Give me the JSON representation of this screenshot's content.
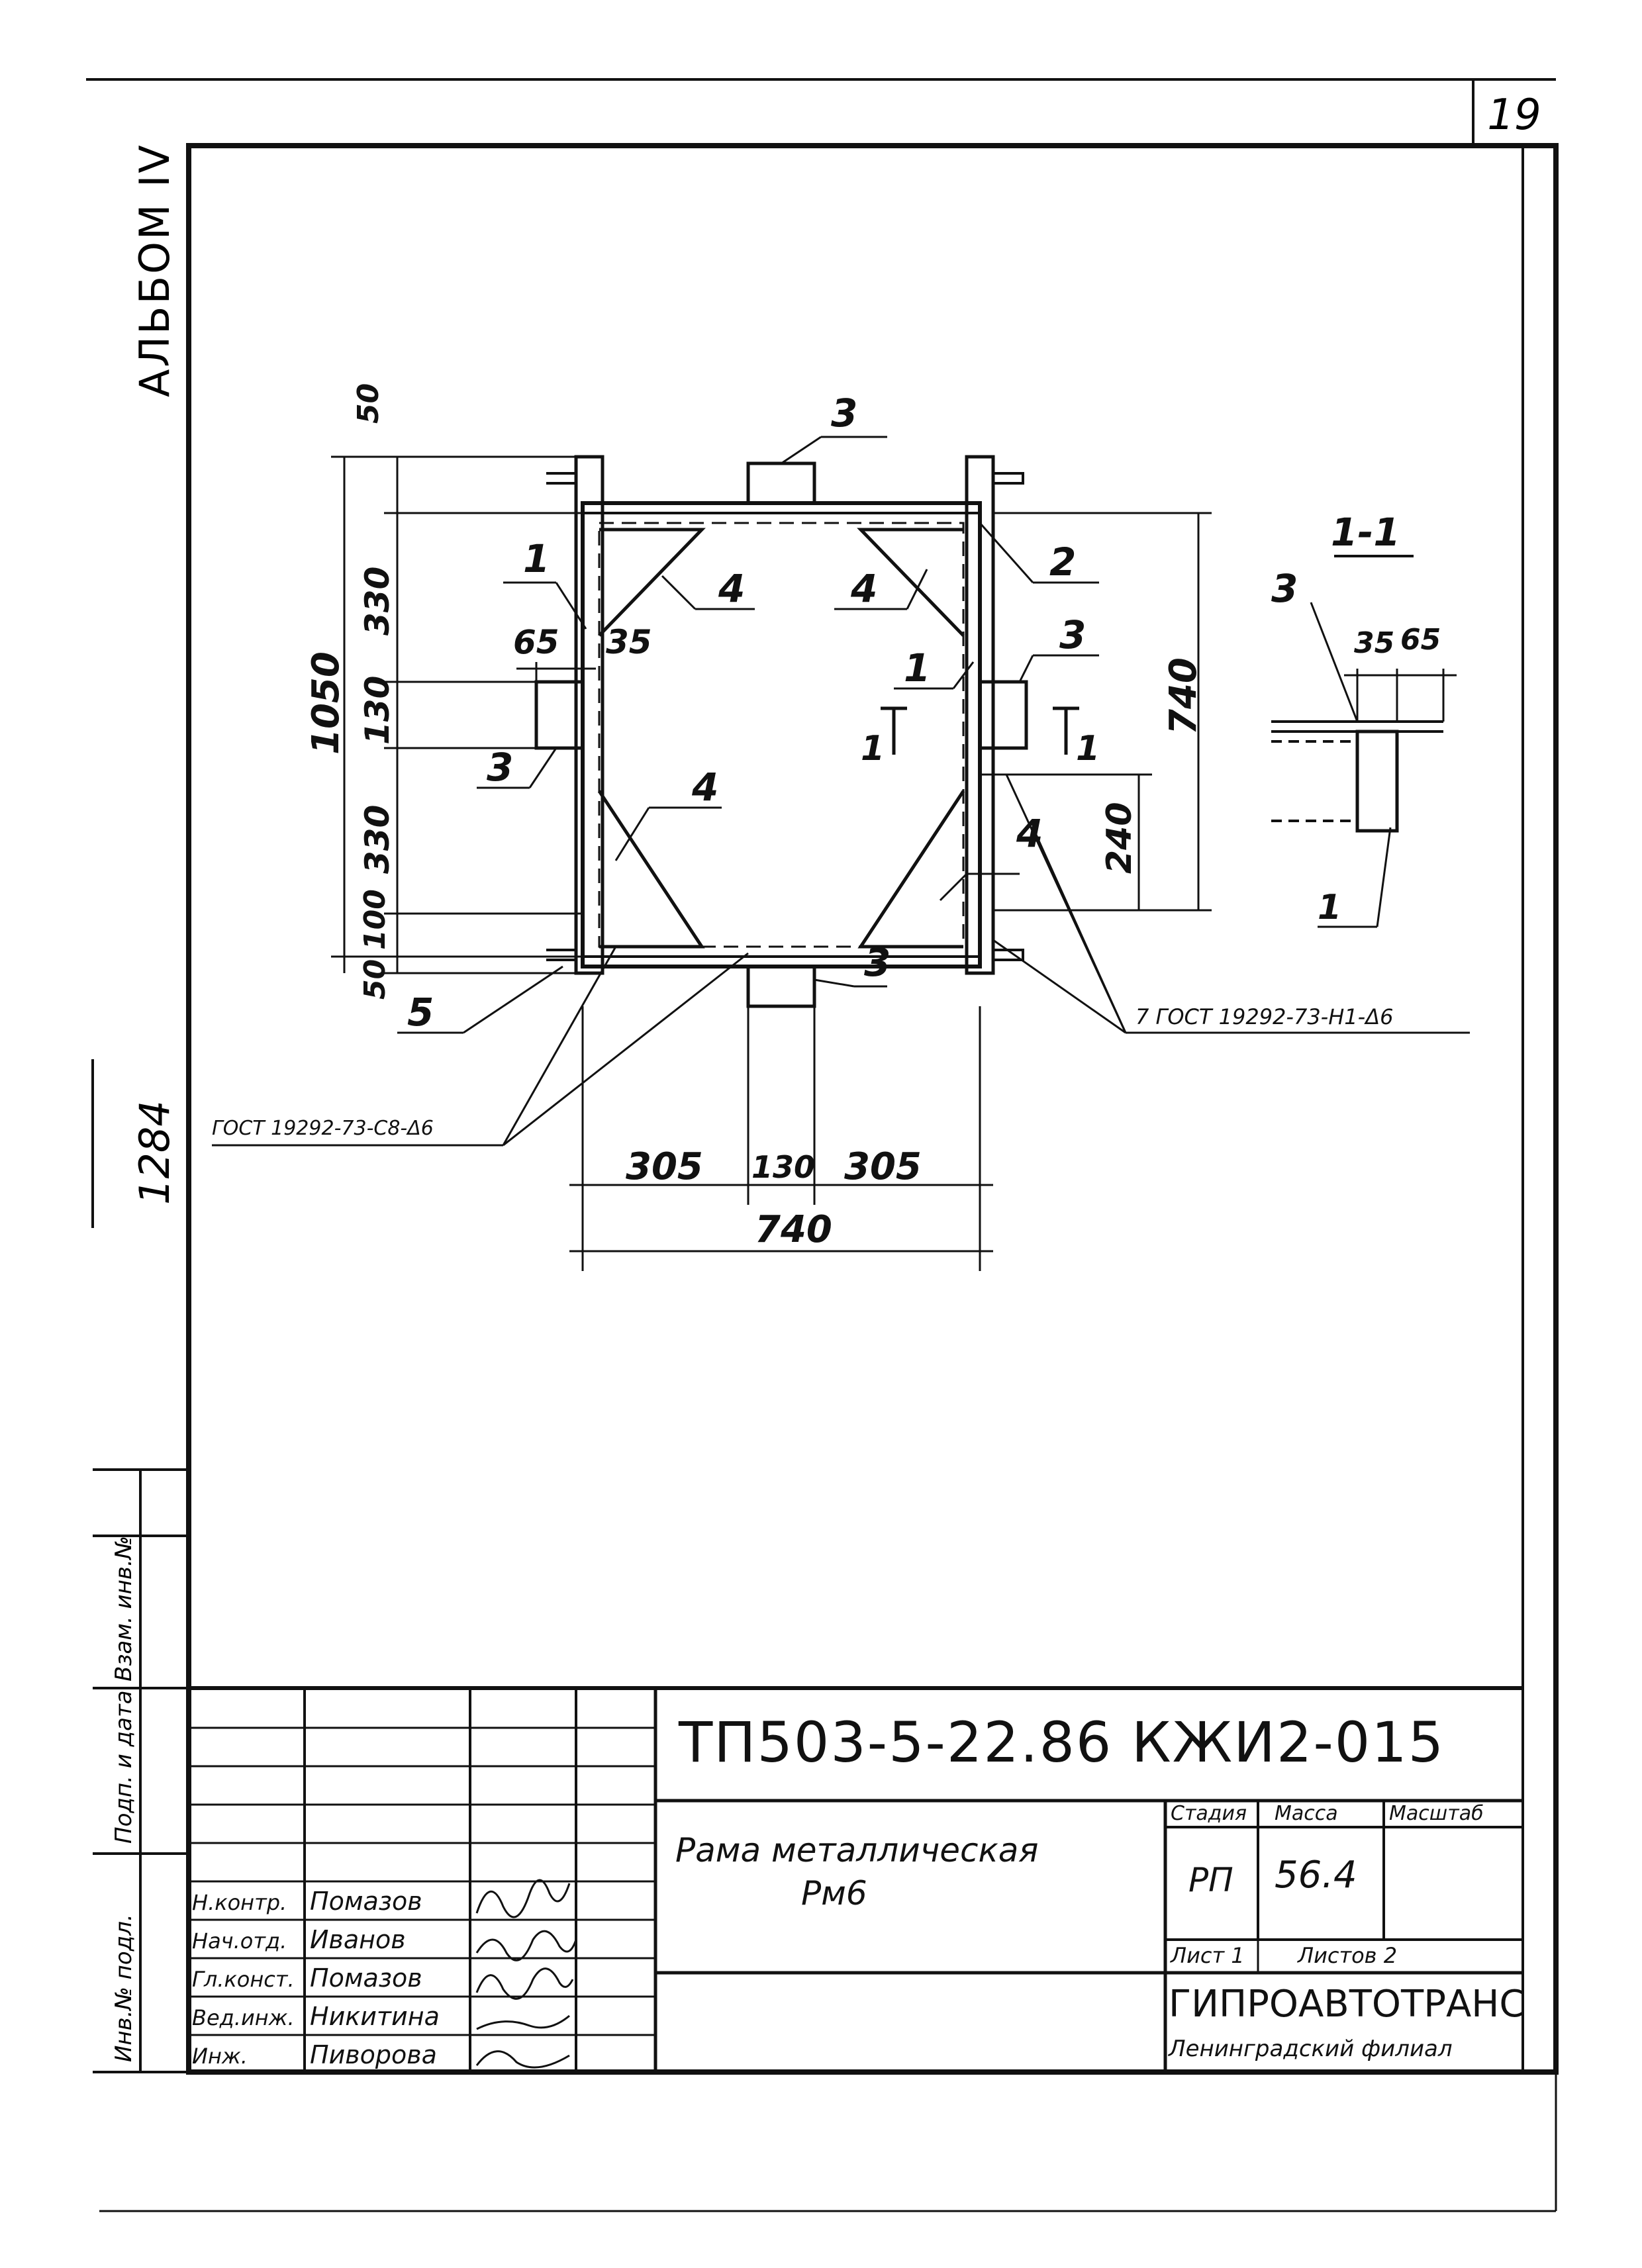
{
  "sheet_number": "19",
  "margin": {
    "album": "АЛЬБОМ IV",
    "inventory_number": "1284",
    "stamp_labels": [
      "Взам. инв.№",
      "Подп. и дата",
      "Инв.№ подл."
    ]
  },
  "drawing": {
    "parts": {
      "p1": "1",
      "p2": "2",
      "p3": "3",
      "p4": "4",
      "p5": "5"
    },
    "dims": {
      "d50": "50",
      "d330": "330",
      "d65": "65",
      "d35": "35",
      "d130": "130",
      "d1050": "1050",
      "d100": "100",
      "d740": "740",
      "d240": "240",
      "d305": "305"
    },
    "section_marker": "1",
    "section_label": "1-1",
    "weld_note_1": "ГОСТ 19292-73-С8-Δ6",
    "weld_note_2": "7 ГОСТ 19292-73-Н1-Δ6"
  },
  "title_block": {
    "doc_code": "ТП503-5-22.86 КЖИ2-015",
    "title_line1": "Рама металлическая",
    "title_line2": "Рм6",
    "col_headers": {
      "stage": "Стадия",
      "mass": "Масса",
      "scale": "Масштаб"
    },
    "stage": "РП",
    "mass": "56.4",
    "scale": "",
    "sheet": "Лист 1",
    "sheets": "Листов 2",
    "org": "ГИПРОАВТОТРАНС",
    "branch": "Ленинградский филиал",
    "roles": [
      {
        "role": "Н.контр.",
        "name": "Помазов"
      },
      {
        "role": "Нач.отд.",
        "name": "Иванов"
      },
      {
        "role": "Гл.конст.",
        "name": "Помазов"
      },
      {
        "role": "Вед.инж.",
        "name": "Никитина"
      },
      {
        "role": "Инж.",
        "name": "Пиворова"
      }
    ]
  }
}
